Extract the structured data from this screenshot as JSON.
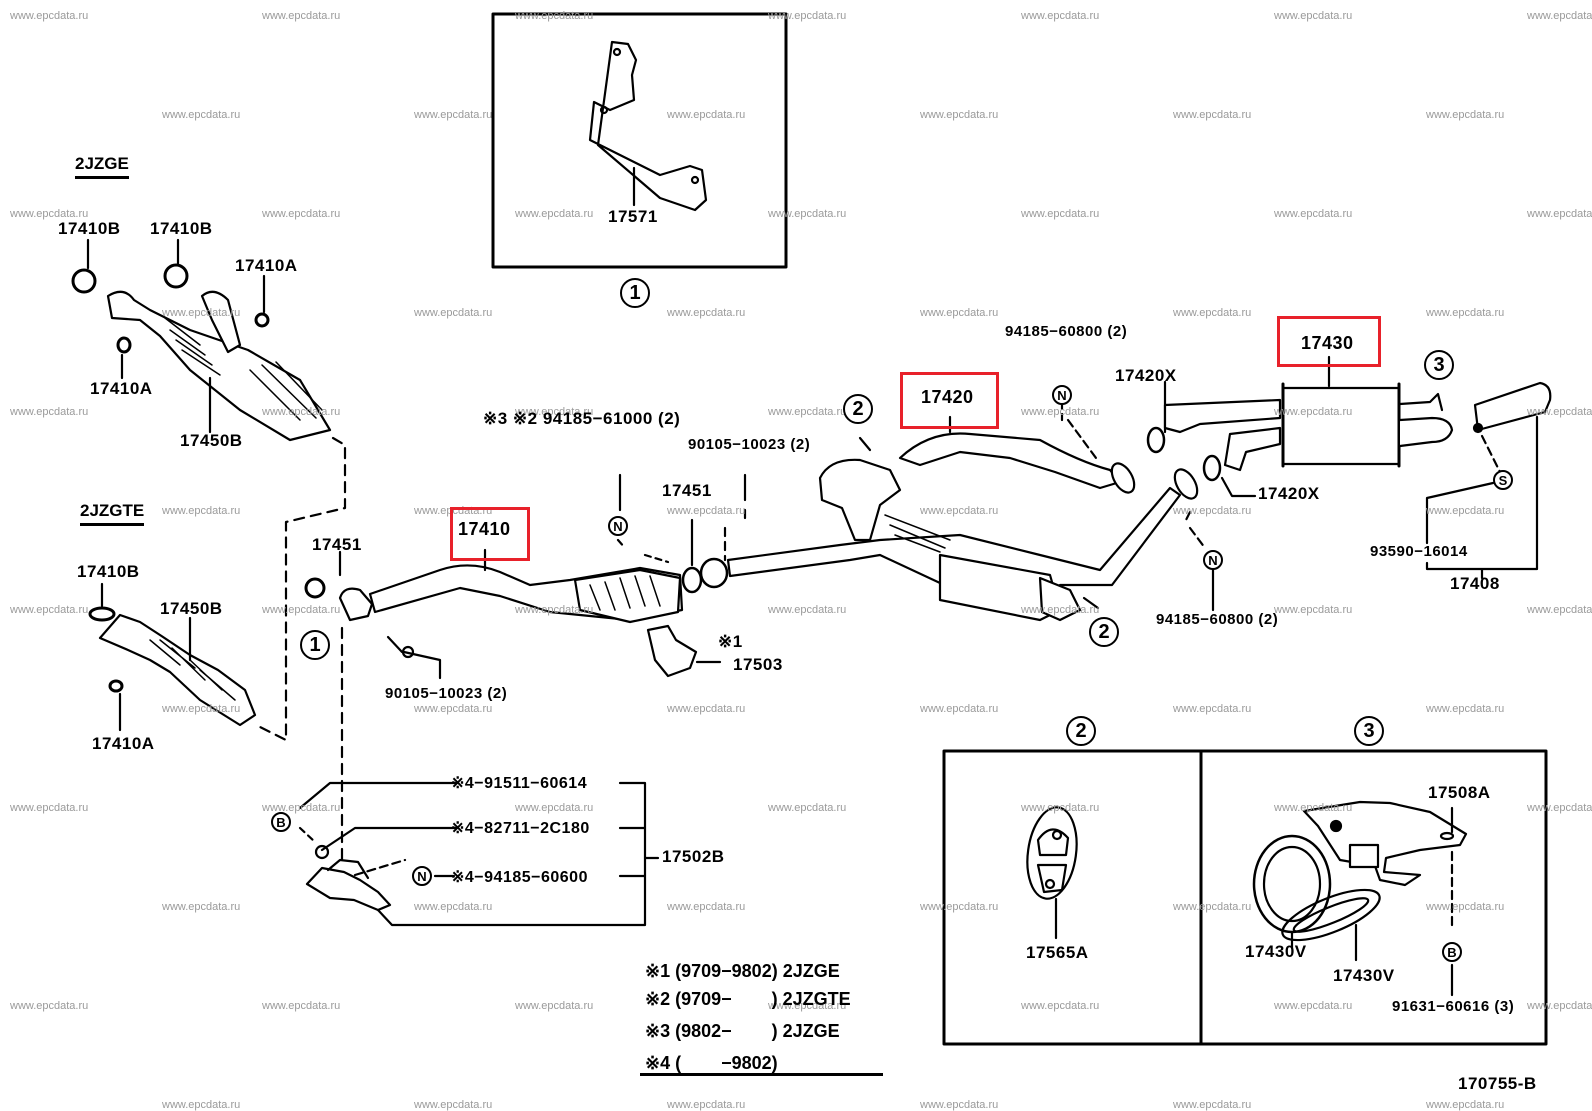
{
  "diagram": {
    "figure_id": "170755-B",
    "accent_highlight_color": "#e8212a",
    "watermark": "www.epcdata.ru",
    "engines": {
      "upper": "2JZGE",
      "lower": "2JZGTE"
    },
    "callout_refs": {
      "one": "1",
      "two": "2",
      "three": "3"
    },
    "fastener_codes": {
      "nut": "N",
      "spring": "S",
      "bolt": "B"
    },
    "parts": {
      "p17571": "17571",
      "p17410B_a": "17410B",
      "p17410B_b": "17410B",
      "p17410A_a": "17410A",
      "p17410A_b": "17410A",
      "p17450B_a": "17450B",
      "p17410B_c": "17410B",
      "p17450B_b": "17450B",
      "p17410A_c": "17410A",
      "p17451_a": "17451",
      "p17410": "17410",
      "p94185_61000": "※3 ※2 94185−61000 (2)",
      "p90105_a": "90105−10023 (2)",
      "p17451_b": "17451",
      "p90105_b": "90105−10023 (2)",
      "p17503_note": "※1",
      "p17503": "17503",
      "p17420": "17420",
      "p94185_60800_a": "94185−60800 (2)",
      "p17420X_a": "17420X",
      "p17420X_b": "17420X",
      "p94185_60800_b": "94185−60800 (2)",
      "p17430": "17430",
      "p93590": "93590−16014",
      "p17408": "17408",
      "p91511": "※4−91511−60614",
      "p82711": "※4−82711−2C180",
      "p94185_60600": "※4−94185−60600",
      "p17502B": "17502B",
      "p17565A": "17565A",
      "p17508A": "17508A",
      "p17430V_a": "17430V",
      "p17430V_b": "17430V",
      "p91631": "91631−60616 (3)"
    },
    "highlighted_parts": [
      "17410",
      "17420",
      "17430"
    ],
    "notes": [
      {
        "mark": "※1",
        "text": "(9709−9802) 2JZGE"
      },
      {
        "mark": "※2",
        "text": "(9709−        ) 2JZGTE"
      },
      {
        "mark": "※3",
        "text": "(9802−        ) 2JZGE"
      },
      {
        "mark": "※4",
        "text": "(        −9802)"
      }
    ]
  }
}
